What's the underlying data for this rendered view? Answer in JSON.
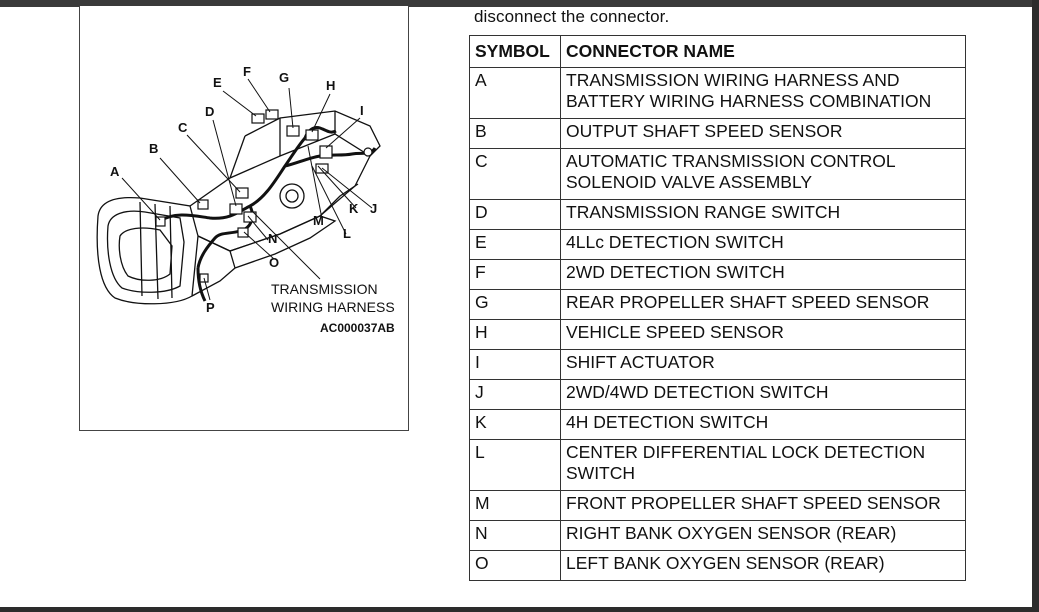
{
  "intro": "disconnect the connector.",
  "table": {
    "headers": [
      "SYMBOL",
      "CONNECTOR NAME"
    ],
    "rows": [
      {
        "symbol": "A",
        "name": "TRANSMISSION WIRING HARNESS AND BATTERY WIRING HARNESS COMBINATION"
      },
      {
        "symbol": "B",
        "name": "OUTPUT SHAFT SPEED SENSOR"
      },
      {
        "symbol": "C",
        "name": "AUTOMATIC TRANSMISSION CONTROL SOLENOID VALVE ASSEMBLY"
      },
      {
        "symbol": "D",
        "name": "TRANSMISSION RANGE SWITCH"
      },
      {
        "symbol": "E",
        "name": "4LLc DETECTION SWITCH"
      },
      {
        "symbol": "F",
        "name": "2WD DETECTION SWITCH"
      },
      {
        "symbol": "G",
        "name": "REAR PROPELLER SHAFT SPEED SENSOR"
      },
      {
        "symbol": "H",
        "name": "VEHICLE SPEED SENSOR"
      },
      {
        "symbol": "I",
        "name": "SHIFT ACTUATOR"
      },
      {
        "symbol": "J",
        "name": "2WD/4WD DETECTION SWITCH"
      },
      {
        "symbol": "K",
        "name": "4H DETECTION SWITCH"
      },
      {
        "symbol": "L",
        "name": "CENTER DIFFERENTIAL LOCK DETECTION SWITCH"
      },
      {
        "symbol": "M",
        "name": "FRONT PROPELLER SHAFT SPEED SENSOR"
      },
      {
        "symbol": "N",
        "name": "RIGHT BANK OXYGEN SENSOR (REAR)"
      },
      {
        "symbol": "O",
        "name": "LEFT BANK OXYGEN SENSOR (REAR)"
      }
    ]
  },
  "figure": {
    "callouts": {
      "A": "A",
      "B": "B",
      "C": "C",
      "D": "D",
      "E": "E",
      "F": "F",
      "G": "G",
      "H": "H",
      "I": "I",
      "J": "J",
      "K": "K",
      "L": "L",
      "M": "M",
      "N": "N",
      "O": "O",
      "P": "P"
    },
    "caption_line1": "TRANSMISSION",
    "caption_line2": "WIRING HARNESS",
    "figure_code": "AC000037AB"
  }
}
